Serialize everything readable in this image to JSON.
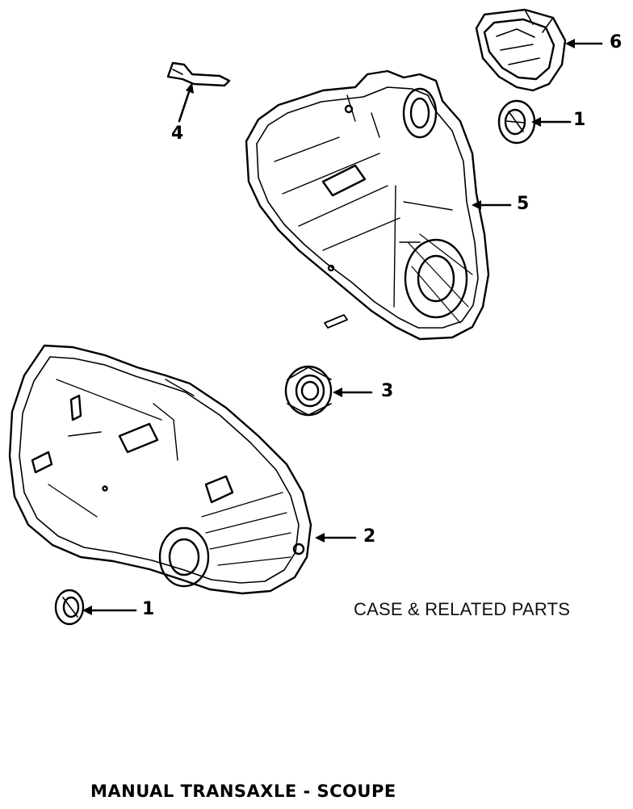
{
  "diagram": {
    "section_title": "CASE & RELATED PARTS",
    "page_title": "MANUAL TRANSAXLE - SCOUPE",
    "callouts": [
      {
        "id": "c6",
        "label": "6"
      },
      {
        "id": "c1a",
        "label": "1"
      },
      {
        "id": "c4",
        "label": "4"
      },
      {
        "id": "c5",
        "label": "5"
      },
      {
        "id": "c3",
        "label": "3"
      },
      {
        "id": "c2",
        "label": "2"
      },
      {
        "id": "c1b",
        "label": "1"
      }
    ],
    "ink_color": "#000000",
    "background_color": "#ffffff"
  }
}
